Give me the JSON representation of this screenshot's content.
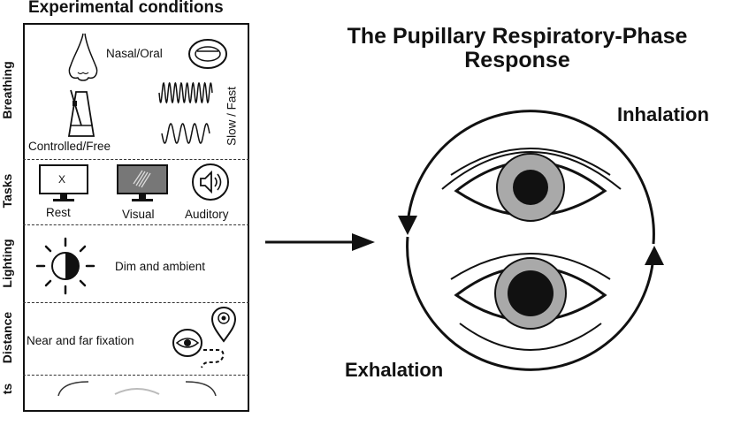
{
  "panel": {
    "title": "Experimental conditions",
    "rows": [
      {
        "label": "Breathing",
        "items": [
          "Nasal/Oral",
          "Controlled/Free",
          "Slow / Fast"
        ]
      },
      {
        "label": "Tasks",
        "items": [
          "Rest",
          "Visual",
          "Auditory"
        ],
        "screen_text": "X"
      },
      {
        "label": "Lighting",
        "items": [
          "Dim and ambient"
        ]
      },
      {
        "label": "Distance",
        "items": [
          "Near and far fixation"
        ]
      },
      {
        "label": "ts"
      }
    ]
  },
  "diagram": {
    "title": "The Pupillary Respiratory-Phase Response",
    "inhalation": "Inhalation",
    "exhalation": "Exhalation"
  },
  "colors": {
    "line": "#111111",
    "iris": "#a9a9a9",
    "screen_dark": "#777777"
  },
  "icons": [
    "nose-icon",
    "open-mouth-icon",
    "metronome-icon",
    "fast-wave-icon",
    "slow-wave-icon",
    "monitor-rest-icon",
    "monitor-visual-icon",
    "speaker-icon",
    "half-sun-icon",
    "eye-icon",
    "location-pin-icon",
    "eye-upper-icon",
    "eye-lower-icon",
    "arrow-right-icon"
  ]
}
